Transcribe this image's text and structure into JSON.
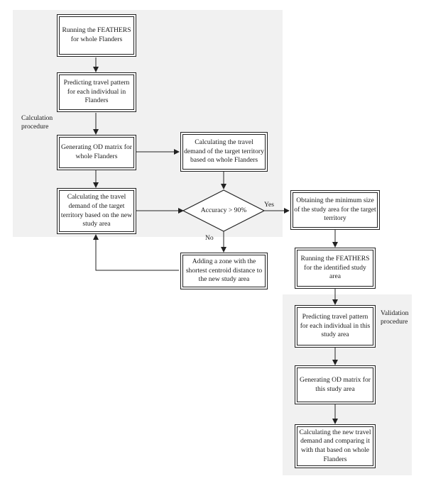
{
  "boxes": {
    "run_feathers_whole": "Running the FEATHERS for whole Flanders",
    "predict_flanders": "Predicting travel pattern for each individual in Flanders",
    "od_whole": "Generating OD matrix for whole Flanders",
    "calc_whole": "Calculating the travel demand of the target territory based on whole Flanders",
    "calc_new_area": "Calculating the travel demand of the target territory based on the new study area",
    "add_zone": "Adding a zone with the shortest centroid distance to the new study area",
    "obtain_min": "Obtaining the minimum size of the study area for the target territory",
    "run_feathers_identified": "Running the FEATHERS for the identified study area",
    "predict_study": "Predicting travel pattern for each individual in this study area",
    "od_study": "Generating OD matrix for this study area",
    "calc_compare": "Calculating the new travel demand and comparing it with that based on whole Flanders"
  },
  "decision": "Accuracy > 90%",
  "labels": {
    "calc_procedure": "Calculation procedure",
    "validation_procedure": "Validation procedure",
    "yes": "Yes",
    "no": "No"
  },
  "colors": {
    "line": "#222222",
    "panel_bg": "#f1f1f1"
  }
}
